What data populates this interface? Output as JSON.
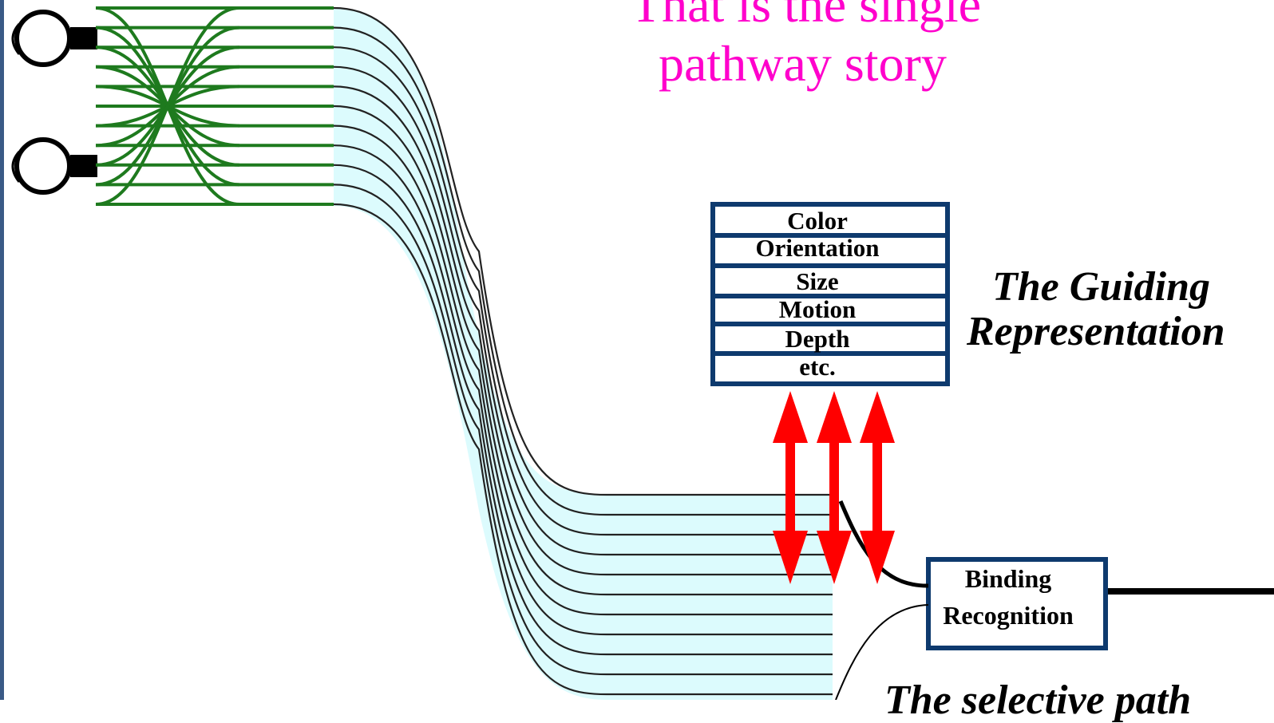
{
  "title": {
    "line1": "That is the single",
    "line2": "pathway story"
  },
  "features": [
    "Color",
    "Orientation",
    "Size",
    "Motion",
    "Depth",
    "etc."
  ],
  "guiding": {
    "line1": "The Guiding",
    "line2": "Representation"
  },
  "binding": {
    "line1": "Binding",
    "line2": "Recognition"
  },
  "selective": "The selective path",
  "colors": {
    "title": "#ff00cc",
    "box_border": "#0e3a6e",
    "arrows": "#ff0000",
    "fibers": "#1e7a1e",
    "band_fill": "#dcfbfd"
  }
}
